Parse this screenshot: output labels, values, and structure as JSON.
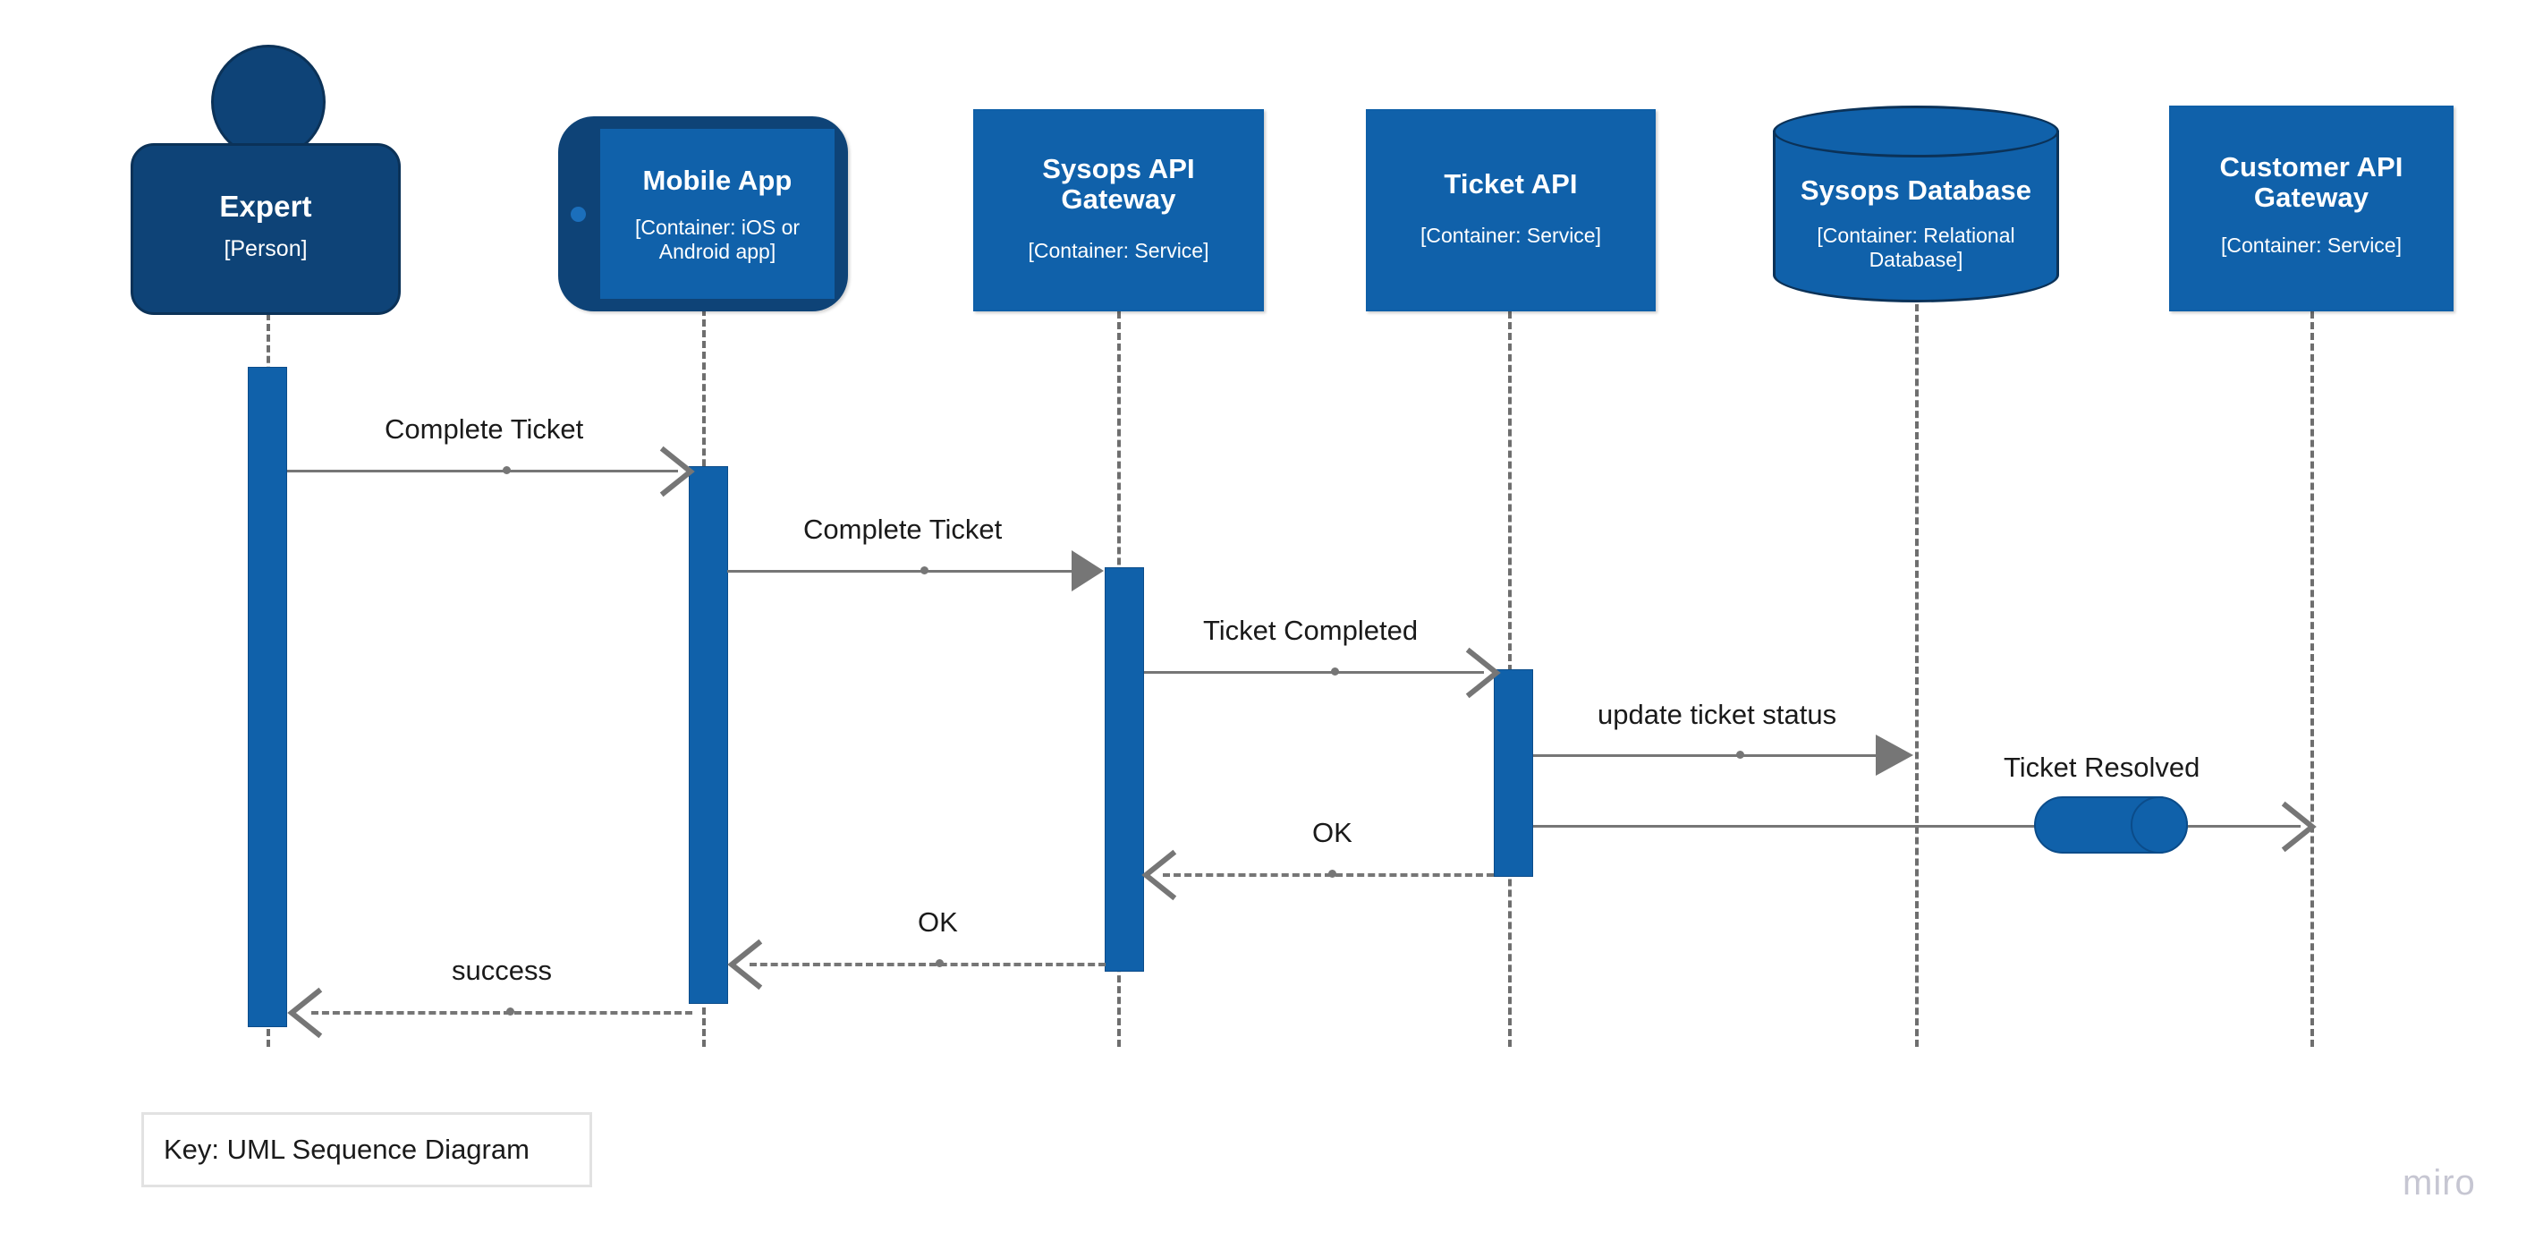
{
  "diagram": {
    "type": "uml-sequence-diagram",
    "key_label": "Key: UML Sequence Diagram",
    "watermark": "miro",
    "colors": {
      "person_fill": "#0E4377",
      "container_fill": "#1061AA",
      "container_stroke": "#0B3258",
      "line": "#767676",
      "lifeline": "#6E6E6E",
      "text_dark": "#1A1A1A",
      "text_light": "#FFFFFF",
      "key_border": "#E2E2E2",
      "watermark": "#C6C6D2"
    }
  },
  "participants": [
    {
      "id": "expert",
      "shape": "person",
      "title": "Expert",
      "subtitle": "[Person]"
    },
    {
      "id": "mobile-app",
      "shape": "mobile-device",
      "title": "Mobile App",
      "subtitle": "[Container: iOS or Android app]"
    },
    {
      "id": "sysops-api-gateway",
      "shape": "rectangle",
      "title": "Sysops API Gateway",
      "subtitle": "[Container: Service]"
    },
    {
      "id": "ticket-api",
      "shape": "rectangle",
      "title": "Ticket API",
      "subtitle": "[Container: Service]"
    },
    {
      "id": "sysops-database",
      "shape": "database-cylinder",
      "title": "Sysops Database",
      "subtitle": "[Container: Relational Database]"
    },
    {
      "id": "customer-api-gateway",
      "shape": "rectangle",
      "title": "Customer API Gateway",
      "subtitle": "[Container: Service]"
    }
  ],
  "messages": [
    {
      "id": "m1",
      "label": "Complete Ticket",
      "from": "expert",
      "to": "mobile-app",
      "direction": "right",
      "line": "solid",
      "arrowhead": "open"
    },
    {
      "id": "m2",
      "label": "Complete Ticket",
      "from": "mobile-app",
      "to": "sysops-api-gateway",
      "direction": "right",
      "line": "solid",
      "arrowhead": "solid"
    },
    {
      "id": "m3",
      "label": "Ticket Completed",
      "from": "sysops-api-gateway",
      "to": "ticket-api",
      "direction": "right",
      "line": "solid",
      "arrowhead": "open"
    },
    {
      "id": "m4",
      "label": "update ticket status",
      "from": "ticket-api",
      "to": "sysops-database",
      "direction": "right",
      "line": "solid",
      "arrowhead": "solid"
    },
    {
      "id": "m5",
      "label": "Ticket Resolved",
      "from": "ticket-api",
      "to": "customer-api-gateway",
      "direction": "right",
      "line": "solid",
      "arrowhead": "open"
    },
    {
      "id": "m6",
      "label": "OK",
      "from": "ticket-api",
      "to": "sysops-api-gateway",
      "direction": "left",
      "line": "dashed",
      "arrowhead": "open"
    },
    {
      "id": "m7",
      "label": "OK",
      "from": "sysops-api-gateway",
      "to": "mobile-app",
      "direction": "left",
      "line": "dashed",
      "arrowhead": "open"
    },
    {
      "id": "m8",
      "label": "success",
      "from": "mobile-app",
      "to": "expert",
      "direction": "left",
      "line": "dashed",
      "arrowhead": "open"
    }
  ]
}
